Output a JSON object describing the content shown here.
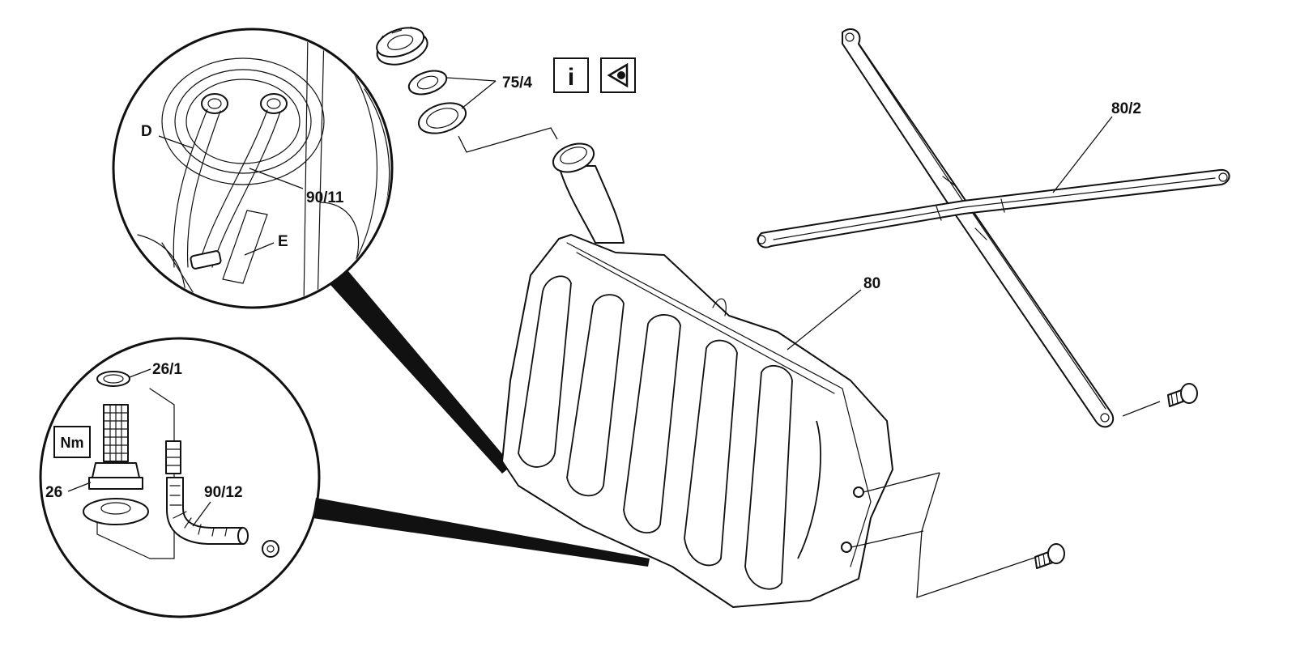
{
  "labels": {
    "seal": "75/4",
    "cross_strap": "80/2",
    "tank": "80",
    "line_upper": "90/11",
    "marker_d": "D",
    "marker_e": "E",
    "gasket": "26/1",
    "drain_screw": "26",
    "line_lower": "90/12"
  },
  "symbols": {
    "info_symbol": "i",
    "torque_symbol": "Nm",
    "info_icon": "info-icon",
    "inspection_icon": "inspection-icon"
  }
}
